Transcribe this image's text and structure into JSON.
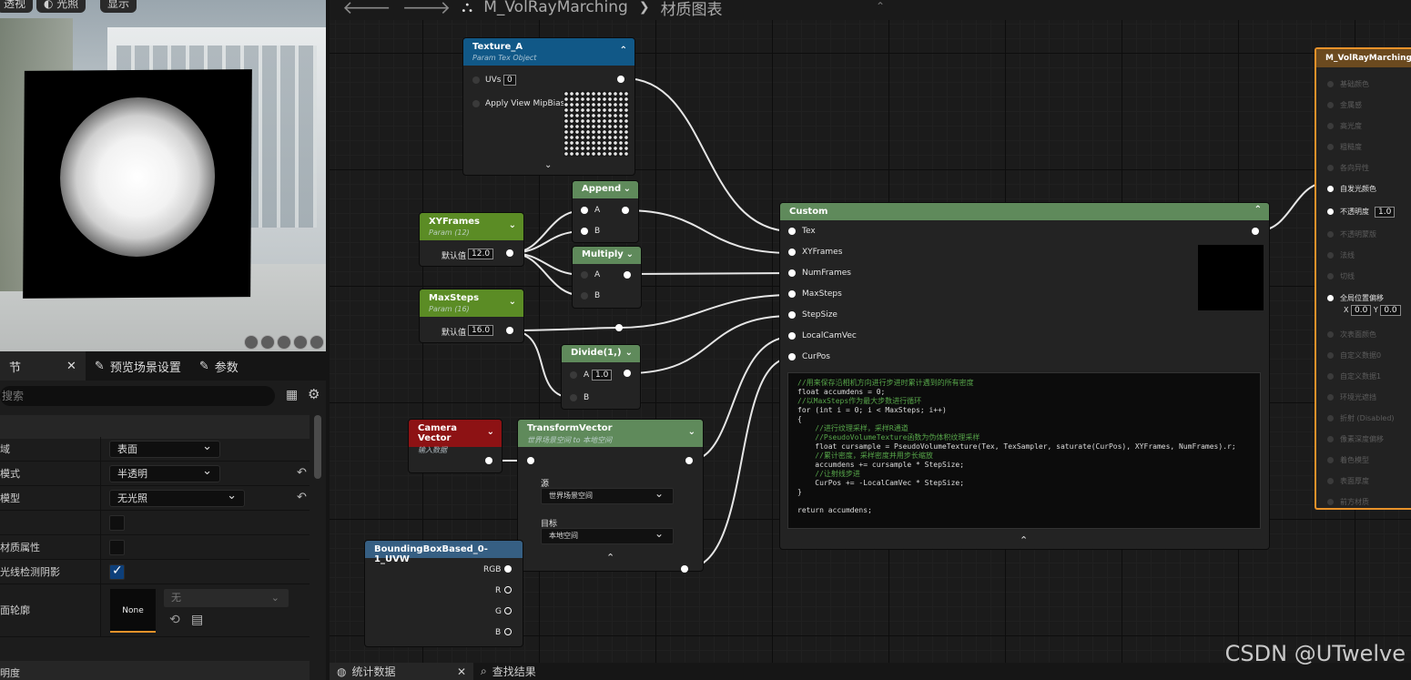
{
  "viewport": {
    "btn_perspective": "透视",
    "btn_lit": "光照",
    "btn_show": "显示"
  },
  "graph_header": {
    "asset_name": "M_VolRayMarching",
    "breadcrumb_sep": "❯",
    "graph_name": "材质图表"
  },
  "details": {
    "tabs": [
      {
        "label": "节"
      },
      {
        "label": "预览场景设置"
      },
      {
        "label": "参数"
      }
    ],
    "search_placeholder": "搜索",
    "rows": [
      {
        "label": "域",
        "value": "表面"
      },
      {
        "label": "模式",
        "value": "半透明"
      },
      {
        "label": "模型",
        "value": "无光照"
      },
      {
        "label": "",
        "checked": false
      },
      {
        "label": "材质属性",
        "checked": false
      },
      {
        "label": "光线检测阴影",
        "checked": true
      },
      {
        "label": "面轮廓",
        "thumbnail": "None",
        "combo": "无"
      },
      {
        "label": "明度"
      }
    ]
  },
  "nodes": {
    "texture_a": {
      "title": "Texture_A",
      "subtitle": "Param Tex Object",
      "uvs_label": "UVs",
      "uvs_value": "0",
      "mip_label": "Apply View MipBias"
    },
    "append": {
      "title": "Append",
      "a": "A",
      "b": "B"
    },
    "multiply": {
      "title": "Multiply",
      "a": "A",
      "b": "B"
    },
    "xyframes": {
      "title": "XYFrames",
      "subtitle": "Param (12)",
      "default_label": "默认值",
      "value": "12.0"
    },
    "maxsteps": {
      "title": "MaxSteps",
      "subtitle": "Param (16)",
      "default_label": "默认值",
      "value": "16.0"
    },
    "divide": {
      "title": "Divide(1,)",
      "a": "A",
      "a_value": "1.0",
      "b": "B"
    },
    "camera_vector": {
      "title": "Camera Vector",
      "subtitle": "输入数据"
    },
    "transform_vector": {
      "title": "TransformVector",
      "subtitle": "世界场景空间 to 本地空间",
      "src_label": "源",
      "src_value": "世界场景空间",
      "dst_label": "目标",
      "dst_value": "本地空间"
    },
    "bbox": {
      "title": "BoundingBoxBased_0-1_UVW",
      "rgb": "RGB",
      "r": "R",
      "g": "G",
      "b": "B"
    },
    "custom": {
      "title": "Custom",
      "inputs": [
        "Tex",
        "XYFrames",
        "NumFrames",
        "MaxSteps",
        "StepSize",
        "LocalCamVec",
        "CurPos"
      ]
    }
  },
  "code_lines": [
    "//用来保存沿相机方向进行步进时累计遇到的所有密度",
    "float accumdens = 0;",
    "//以MaxSteps作为最大步数进行循环",
    "for (int i = 0; i < MaxSteps; i++)",
    "{",
    "    //进行纹理采样，采样R通道",
    "    //PseudoVolumeTexture函数为伪体积纹理采样",
    "    float cursample = PseudoVolumeTexture(Tex, TexSampler, saturate(CurPos), XYFrames, NumFrames).r;",
    "    //累计密度，采样密度并用步长缩放",
    "    accumdens += cursample * StepSize;",
    "    //让射线步进",
    "    CurPos += -LocalCamVec * StepSize;",
    "}",
    "",
    "return accumdens;"
  ],
  "output_node": {
    "title": "M_VolRayMarching",
    "pins": [
      {
        "label": "基础颜色",
        "active": false
      },
      {
        "label": "金属感",
        "active": false
      },
      {
        "label": "高光度",
        "active": false
      },
      {
        "label": "粗糙度",
        "active": false
      },
      {
        "label": "各向异性",
        "active": false
      },
      {
        "label": "自发光颜色",
        "active": true
      },
      {
        "label": "不透明度",
        "active": true,
        "value": "1.0"
      },
      {
        "label": "不透明蒙版",
        "active": false
      },
      {
        "label": "法线",
        "active": false
      },
      {
        "label": "切线",
        "active": false
      },
      {
        "label": "全局位置偏移",
        "active": true,
        "x": "0.0",
        "y": "0.0"
      },
      {
        "label": "次表面颜色",
        "active": false
      },
      {
        "label": "自定义数据0",
        "active": false
      },
      {
        "label": "自定义数据1",
        "active": false
      },
      {
        "label": "环境光遮挡",
        "active": false
      },
      {
        "label": "折射 (Disabled)",
        "active": false
      },
      {
        "label": "像素深度偏移",
        "active": false
      },
      {
        "label": "着色模型",
        "active": false
      },
      {
        "label": "表面厚度",
        "active": false
      },
      {
        "label": "前方材质",
        "active": false
      }
    ],
    "x_label": "X",
    "y_label": "Y"
  },
  "bottom_tabs": [
    {
      "label": "统计数据"
    },
    {
      "label": "查找结果"
    }
  ],
  "watermark": "CSDN @UTwelve"
}
